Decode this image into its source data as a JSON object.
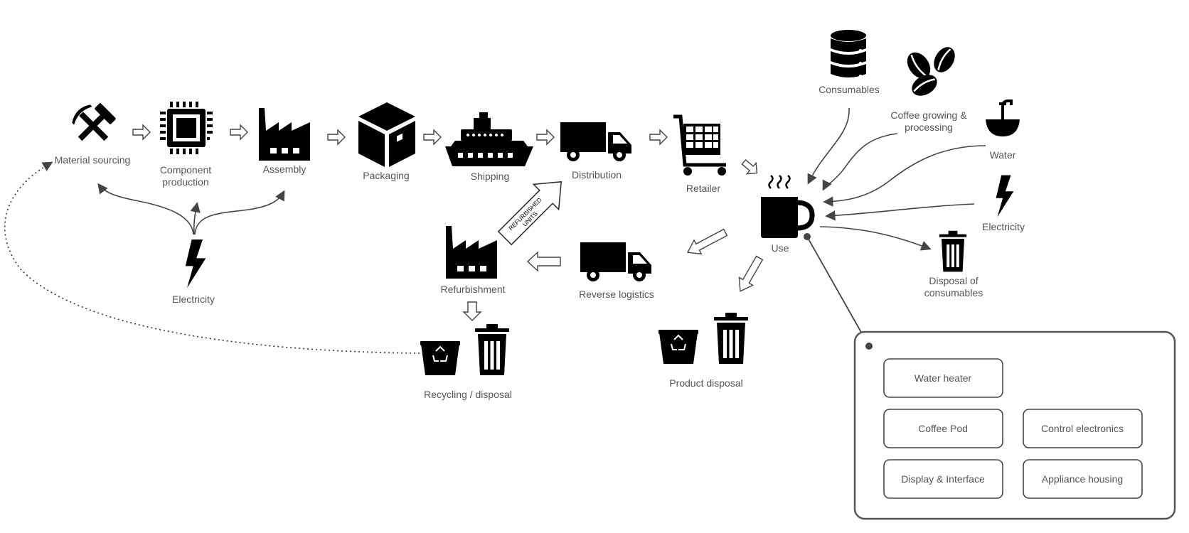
{
  "stages": {
    "material_sourcing": "Material sourcing",
    "component_production_1": "Component",
    "component_production_2": "production",
    "assembly": "Assembly",
    "packaging": "Packaging",
    "shipping": "Shipping",
    "distribution": "Distribution",
    "retailer": "Retailer",
    "use": "Use",
    "electricity_left": "Electricity",
    "refurbishment": "Refurbishment",
    "reverse_logistics": "Reverse logistics",
    "recycling_disposal": "Recycling / disposal",
    "product_disposal": "Product disposal"
  },
  "refurbished_arrow": {
    "line1": "REFURBISHED",
    "line2": "UNITS"
  },
  "inputs": {
    "consumables": "Consumables",
    "coffee_1": "Coffee growing &",
    "coffee_2": "processing",
    "water": "Water",
    "electricity": "Electricity",
    "disposal_consumables_1": "Disposal of",
    "disposal_consumables_2": "consumables"
  },
  "components": {
    "water_heater": "Water heater",
    "coffee_pod": "Coffee Pod",
    "control_electronics": "Control electronics",
    "display_interface": "Display & Interface",
    "appliance_housing": "Appliance housing"
  },
  "icons": {
    "material_sourcing": "hammer-pick-icon",
    "component_production": "chip-icon",
    "assembly": "factory-icon",
    "packaging": "box-icon",
    "shipping": "ship-icon",
    "distribution": "truck-icon",
    "retailer": "cart-icon",
    "use": "coffee-cup-icon",
    "electricity": "lightning-icon",
    "consumables": "database-icon",
    "coffee": "coffee-beans-icon",
    "water": "sink-icon",
    "disposal": "trash-icon",
    "recycling": "recycle-bin-icon"
  },
  "colors": {
    "icon": "#000000",
    "text": "#555555",
    "line": "#444444",
    "box_border": "#555555"
  }
}
